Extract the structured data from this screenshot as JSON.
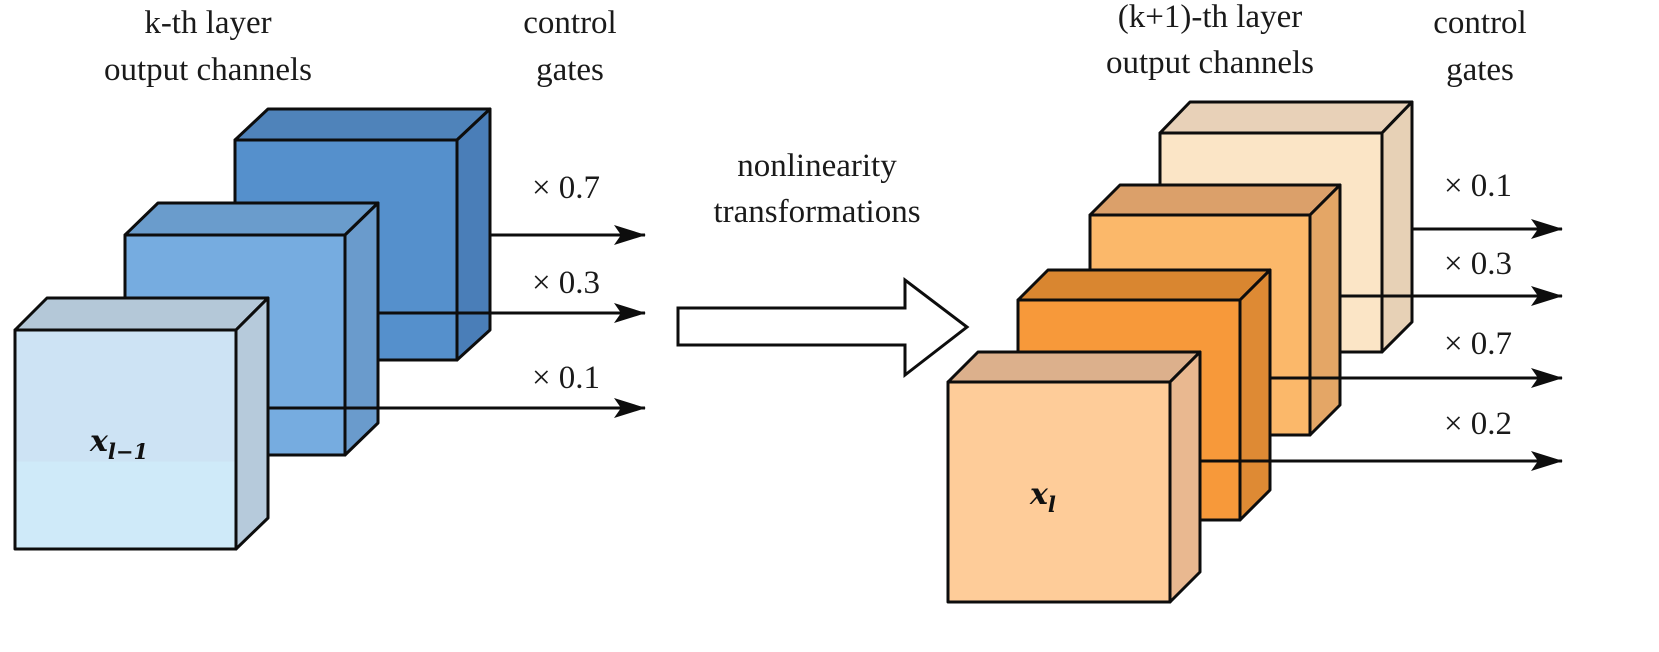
{
  "left_block": {
    "title_line1": "k-th layer",
    "title_line2": "output channels",
    "gates_line1": "control",
    "gates_line2": "gates",
    "variable": "x",
    "subscript": "l−1",
    "gate_values": [
      "× 0.7",
      "× 0.3",
      "× 0.1"
    ],
    "colors": {
      "back_front": "#5590cc",
      "back_top": "#4f83ba",
      "back_side": "#4a7eb8",
      "mid_front": "#76ace0",
      "mid_top": "#6a9ccc",
      "mid_side": "#6a9bcc",
      "front_front_top": "#cde3f4",
      "front_front_bottom": "#cfeaf9",
      "front_top": "#b4c8d8",
      "front_side": "#b6cadb"
    }
  },
  "transform": {
    "line1": "nonlinearity",
    "line2": "transformations"
  },
  "right_block": {
    "title_line1": "(k+1)-th layer",
    "title_line2": "output channels",
    "gates_line1": "control",
    "gates_line2": "gates",
    "variable": "x",
    "subscript": "l",
    "gate_values": [
      "× 0.1",
      "× 0.3",
      "× 0.7",
      "× 0.2"
    ],
    "colors": {
      "c1_front": "#fbe5c6",
      "c1_top": "#e8d1b8",
      "c1_side": "#e7d1b6",
      "c2_front": "#fbb86a",
      "c2_top": "#dba06a",
      "c2_side": "#e4a666",
      "c3_front": "#f7993a",
      "c3_top": "#d98630",
      "c3_side": "#de8a34",
      "c4_front": "#fecc99",
      "c4_top": "#dcb08c",
      "c4_side": "#e9b890"
    }
  }
}
